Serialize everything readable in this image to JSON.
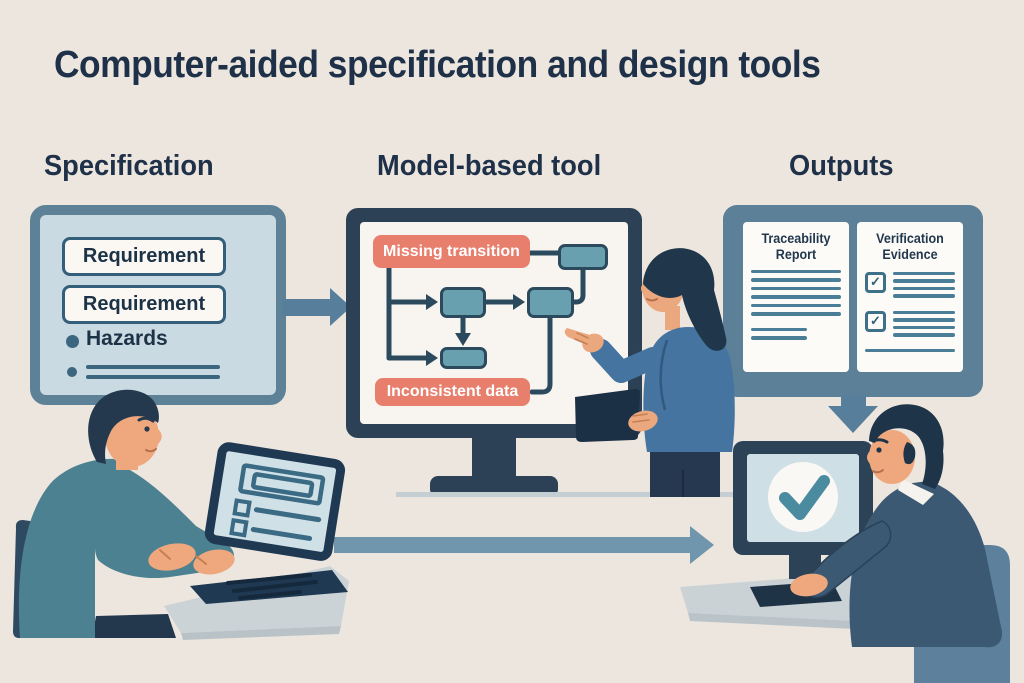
{
  "title": "Computer-aided specification and design tools",
  "columns": [
    {
      "label": "Specification"
    },
    {
      "label": "Model-based tool"
    },
    {
      "label": "Outputs"
    }
  ],
  "specification_panel": {
    "requirements": [
      "Requirement",
      "Requirement"
    ],
    "hazards_label": "Hazards"
  },
  "model_tool_screen": {
    "error_top": "Missing transition",
    "error_bottom": "Inconsistent data"
  },
  "outputs_panel": {
    "documents": [
      {
        "title": "Traceability Report"
      },
      {
        "title": "Verification Evidence"
      }
    ],
    "checkbox_glyph": "✓"
  },
  "icons": {
    "success_check": "check-mark on monitor",
    "doc_checkbox": "✓",
    "arrows": [
      "right-arrow spec to tool",
      "down-arrow outputs to reviewer",
      "right-arrow author to reviewer"
    ]
  },
  "colors": {
    "background": "#EDE6DE",
    "navy_text": "#1E3148",
    "steel_blue": "#577F9B",
    "panel_fill": "#C9DAE2",
    "salmon_error": "#E87F6D",
    "teal_node": "#68A0AF",
    "flow_line": "#2B4A5E",
    "doc_line": "#4A7E96",
    "skin": "#EFA77D"
  }
}
